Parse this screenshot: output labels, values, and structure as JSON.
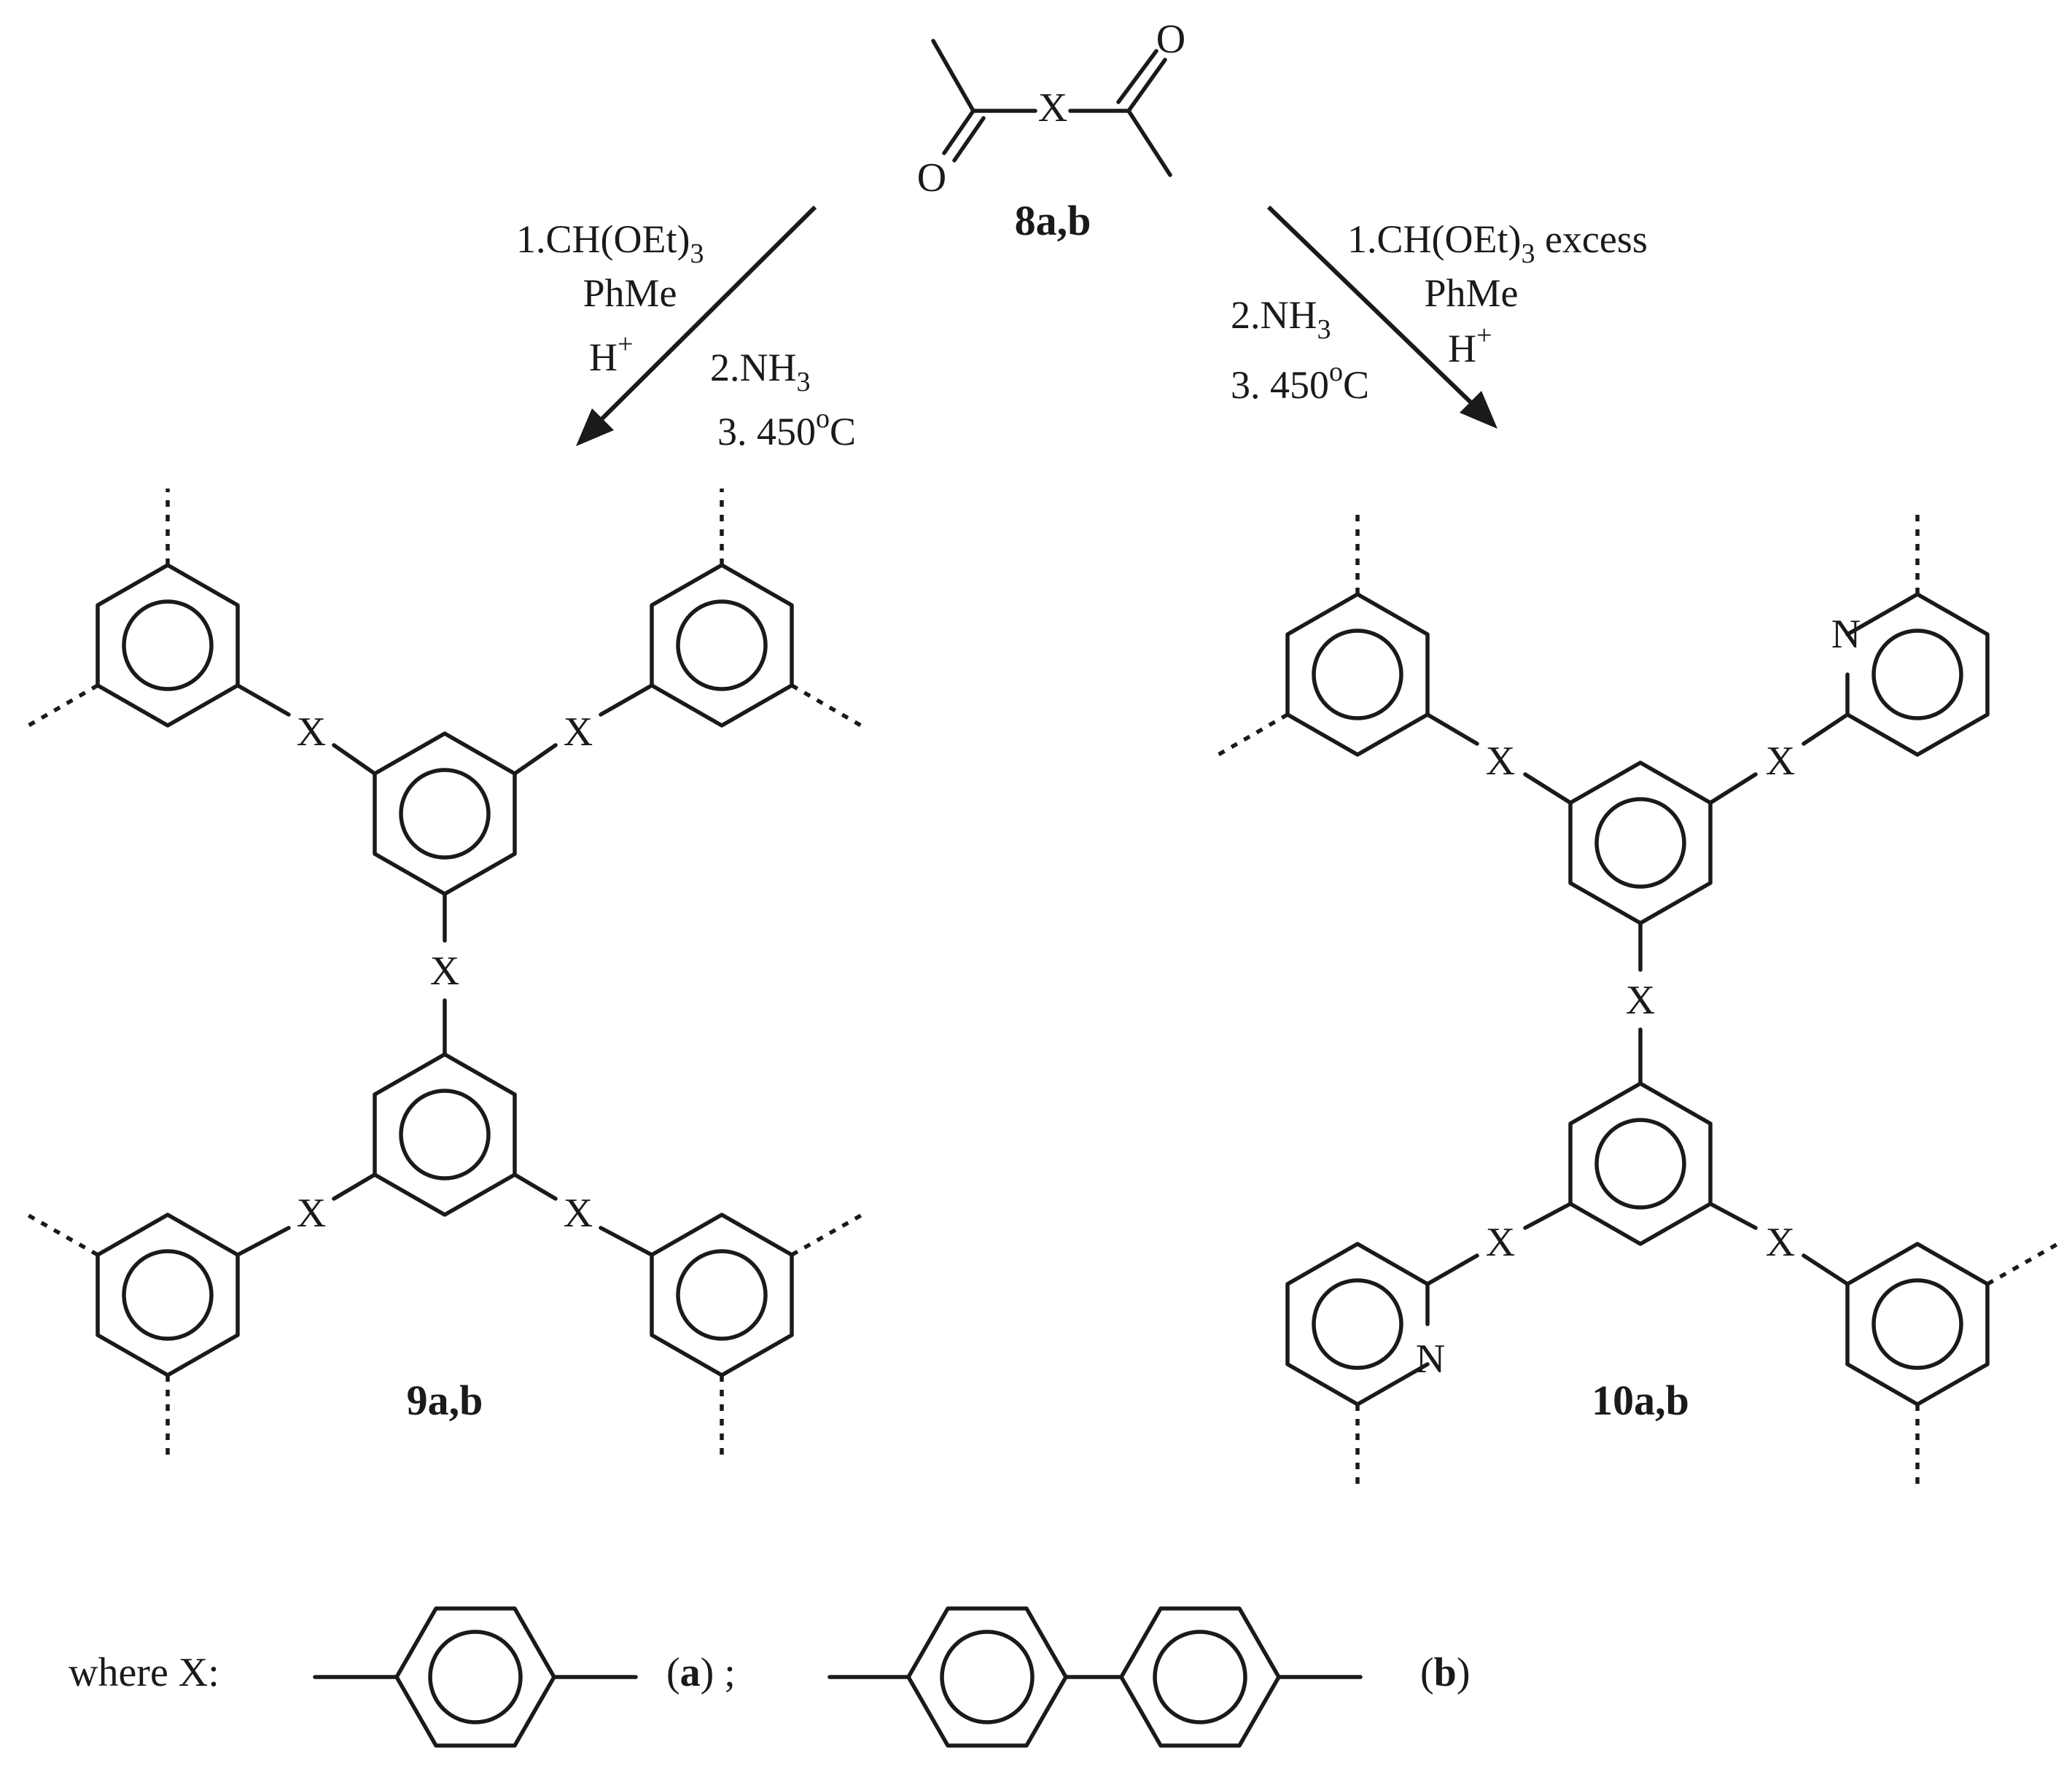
{
  "scheme": {
    "start": {
      "label": "8a,b",
      "atom_x": "X",
      "atom_o": "O"
    },
    "left_conditions": {
      "step1": "1.CH(OEt)",
      "step1_sub": "3",
      "solvent": "PhMe",
      "acid": "H",
      "acid_sup": "+",
      "step2": "2.NH",
      "step2_sub": "3",
      "step3": "3. 450",
      "step3_sup": "o",
      "step3_unit": "C"
    },
    "right_conditions": {
      "step1": "1.CH(OEt)",
      "step1_sub": "3",
      "step1_suffix": " excess",
      "solvent": "PhMe",
      "acid": "H",
      "acid_sup": "+",
      "step2": "2.NH",
      "step2_sub": "3",
      "step3": "3. 450",
      "step3_sup": "o",
      "step3_unit": "C"
    },
    "product_left": {
      "label": "9a,b",
      "atom_x": "X"
    },
    "product_right": {
      "label": "10a,b",
      "atom_x": "X",
      "atom_n": "N"
    },
    "legend": {
      "prefix": "where X:",
      "a_open": "(",
      "a_label": "a",
      "a_close": ") ;",
      "b_open": "(",
      "b_label": "b",
      "b_close": ")"
    }
  },
  "colors": {
    "ink": "#1a1a1a",
    "background": "#ffffff"
  }
}
